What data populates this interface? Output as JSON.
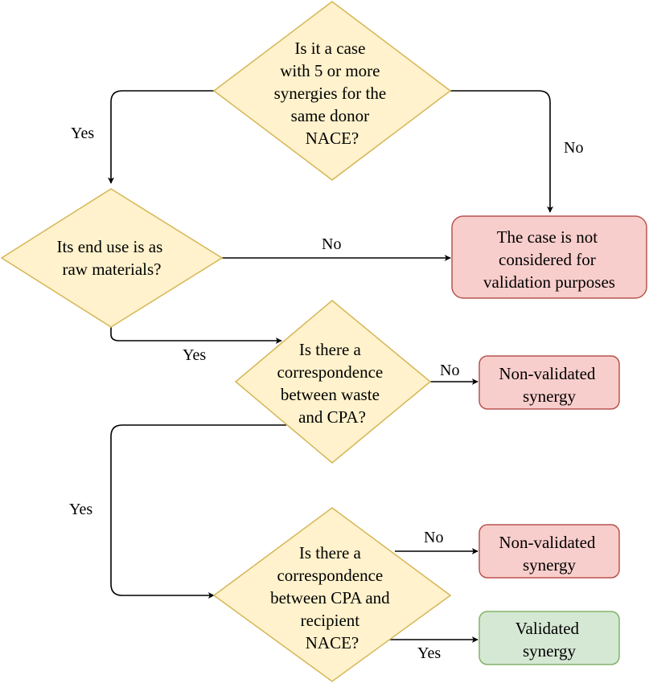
{
  "colors": {
    "decision_fill": "#fff2cc",
    "decision_stroke": "#d6b656",
    "negative_fill": "#f8cecc",
    "negative_stroke": "#b85450",
    "positive_fill": "#d5e8d4",
    "positive_stroke": "#82b366",
    "edge": "#000000"
  },
  "nodes": {
    "d1": [
      "Is it a case",
      "with 5 or more",
      "synergies for the",
      "same donor",
      "NACE?"
    ],
    "d2": [
      "Its end use is as",
      "raw materials?"
    ],
    "d3": [
      "Is there a",
      "correspondence",
      "between waste",
      "and CPA?"
    ],
    "d4": [
      "Is there a",
      "correspondence",
      "between CPA and",
      "recipient",
      "NACE?"
    ],
    "not_considered": [
      "The case is not",
      "considered for",
      "validation purposes"
    ],
    "non_validated_1": [
      "Non-validated",
      "synergy"
    ],
    "non_validated_2": [
      "Non-validated",
      "synergy"
    ],
    "validated": [
      "Validated",
      "synergy"
    ]
  },
  "edges": {
    "d1_yes": "Yes",
    "d1_no": "No",
    "d2_no": "No",
    "d2_yes": "Yes",
    "d3_no": "No",
    "d3_yes": "Yes",
    "d4_no": "No",
    "d4_yes": "Yes"
  }
}
